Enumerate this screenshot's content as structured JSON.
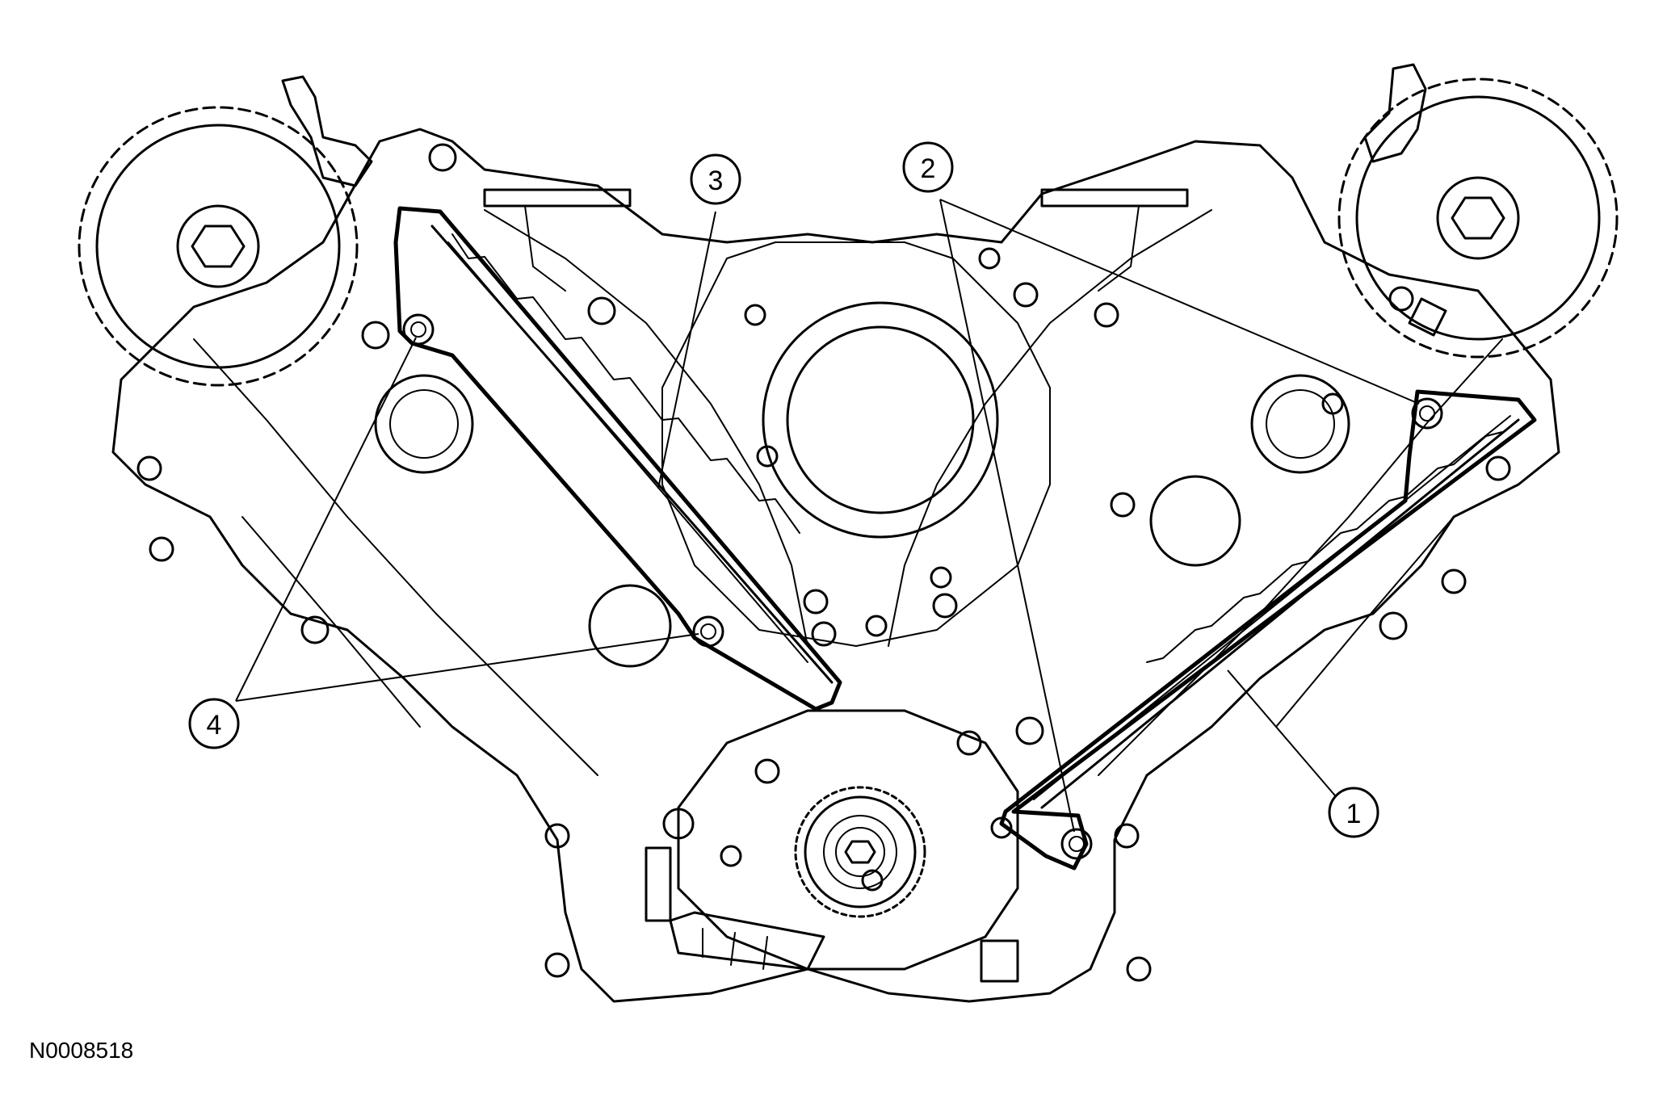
{
  "figure": {
    "id_label": "N0008518"
  },
  "callouts": [
    {
      "label": "1"
    },
    {
      "label": "2"
    },
    {
      "label": "3"
    },
    {
      "label": "4"
    }
  ]
}
